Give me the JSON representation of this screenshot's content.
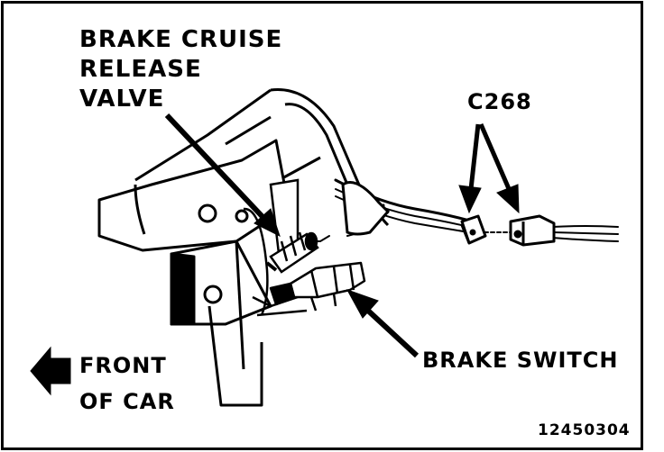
{
  "labels": {
    "valve": [
      "BRAKE CRUISE",
      "RELEASE",
      "VALVE"
    ],
    "connector": "C268",
    "switch": "BRAKE SWITCH",
    "front": [
      "FRONT",
      "OF CAR"
    ],
    "figure_number": "12450304"
  }
}
